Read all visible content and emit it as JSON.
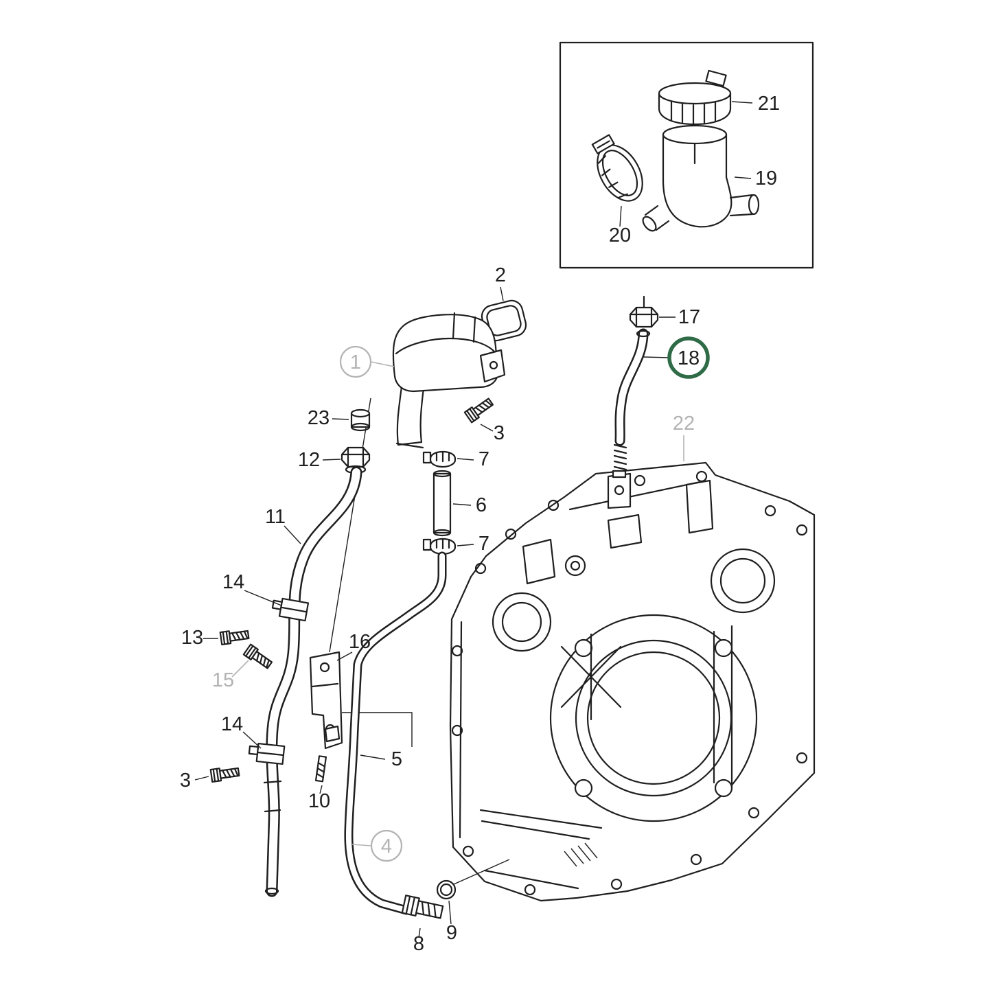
{
  "meta": {
    "kind": "exploded-parts-diagram",
    "highlighted_part": "18"
  },
  "colors": {
    "line": "#1f1f1f",
    "muted": "#b3b3b3",
    "highlight": "#2e6b46",
    "background": "#ffffff"
  },
  "callouts": {
    "c1": "1",
    "c2": "2",
    "c3a": "3",
    "c3b": "3",
    "c4": "4",
    "c5": "5",
    "c6": "6",
    "c7a": "7",
    "c7b": "7",
    "c8": "8",
    "c9": "9",
    "c10": "10",
    "c11": "11",
    "c12": "12",
    "c13": "13",
    "c14a": "14",
    "c14b": "14",
    "c15": "15",
    "c16": "16",
    "c17": "17",
    "c18": "18",
    "c19": "19",
    "c20": "20",
    "c21": "21",
    "c22": "22",
    "c23": "23"
  }
}
